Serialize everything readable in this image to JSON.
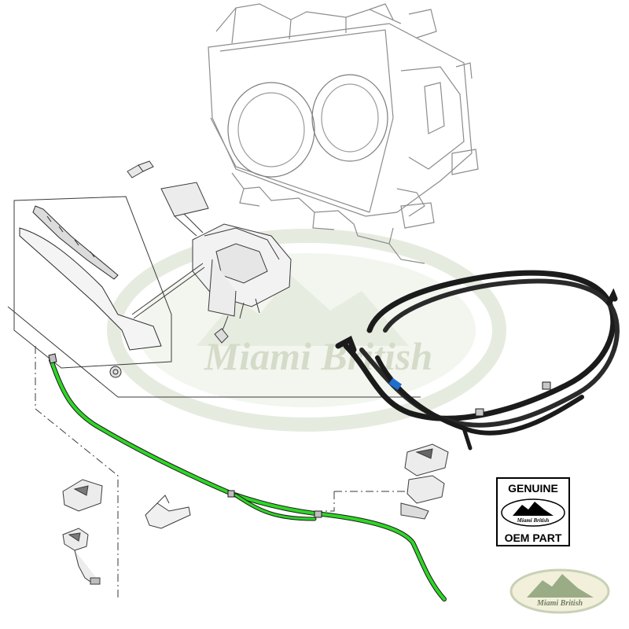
{
  "watermark": {
    "text": "Miami British",
    "color": "#d4dcc9",
    "ring_color": "#e6ebdf"
  },
  "badge": {
    "top_label": "GENUINE",
    "logo_text": "Miami British",
    "bottom_label": "OEM PART"
  },
  "corner_logo": {
    "text": "Miami British",
    "color": "#8a9a7a"
  },
  "colors": {
    "line_art": "#3a3a3a",
    "light_line_art": "#8c8c8c",
    "highlight_hose": "#2ed626",
    "black_hose": "#1b1b1b",
    "blue_clip": "#1e6fd0"
  },
  "icons": {
    "headlamp": "headlamp-assembly-icon",
    "wiper_arm": "wiper-arm-icon",
    "wiper_motor": "wiper-motor-icon",
    "black_hose": "washer-hose-coil-icon",
    "green_hose": "washer-hose-highlighted-icon",
    "nozzle": "washer-nozzle-icon",
    "clip": "hose-clip-icon"
  }
}
